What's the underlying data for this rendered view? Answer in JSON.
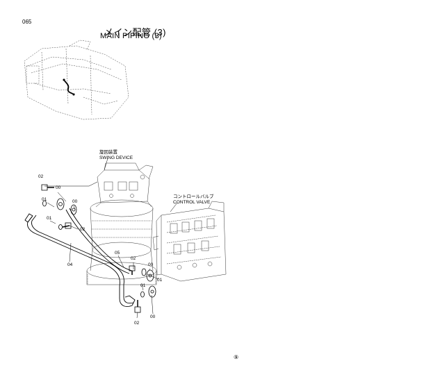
{
  "page": {
    "number": "065",
    "title_jp": "メイン配管 (3)",
    "title_en": "MAIN PIPING (3)",
    "bottom_mark": "⑨"
  },
  "labels": {
    "swing_jp": "旋回装置",
    "swing_en": "SWING DEVICE",
    "cv_jp": "コントロールバルブ",
    "cv_en": "CONTROL VALVE"
  },
  "callouts": {
    "c02_a": "02",
    "c00_a": "00",
    "c01_a": "01",
    "c00_b": "00",
    "c01_b": "01",
    "c02_b": "02",
    "c04": "04",
    "c05": "05",
    "c02_c": "02",
    "c00_c": "00",
    "c01_c": "01",
    "c01_d": "01",
    "c00_d": "00",
    "c02_d": "02"
  }
}
